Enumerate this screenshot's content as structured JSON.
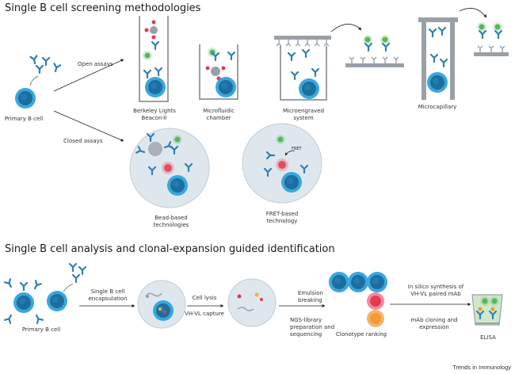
{
  "section1": {
    "title": "Single B cell screening methodologies",
    "source_label": "Primary B cell",
    "open_label": "Open assays",
    "closed_label": "Closed assays",
    "open_methods": [
      {
        "line1": "Berkeley Lights",
        "line2": "Beacon®"
      },
      {
        "line1": "Microfluidic",
        "line2": "chamber"
      },
      {
        "line1": "Microengraved",
        "line2": "system"
      },
      {
        "line1": "Microcapillary",
        "line2": ""
      }
    ],
    "closed_methods": [
      {
        "line1": "Bead-based",
        "line2": "technologies"
      },
      {
        "line1": "FRET-based",
        "line2": "technology"
      }
    ],
    "fret_tag": "FRET"
  },
  "section2": {
    "title": "Single B cell analysis and clonal-expansion guided identification",
    "source_label": "Primary B cell",
    "steps": {
      "encapsulation": {
        "line1": "Single B cell",
        "line2": "encapsulation"
      },
      "lysis": {
        "line1": "Cell lysis",
        "line2": "VH-VL capture"
      },
      "emulsion": {
        "line1": "Emulsion",
        "line2": "breaking"
      },
      "ngs": {
        "line1": "NGS-library",
        "line2": "preparation and",
        "line3": "sequencing"
      },
      "ranking": "Clonotype ranking",
      "synthesis": {
        "line1": "In silico synthesis of",
        "line2": "VH-VL paired mAb"
      },
      "cloning": {
        "line1": "mAb cloning and",
        "line2": "expression"
      },
      "elisa": "ELISA"
    }
  },
  "footer": {
    "brand": "Trends in Immunology"
  },
  "colors": {
    "antibody": "#2f7fb5",
    "cell_outer": "#2e9fd8",
    "cell_inner": "#15608f",
    "antigen": "#4caf50",
    "red": "#e53950",
    "pink": "#f08aa0",
    "orange": "#f29a3a"
  }
}
